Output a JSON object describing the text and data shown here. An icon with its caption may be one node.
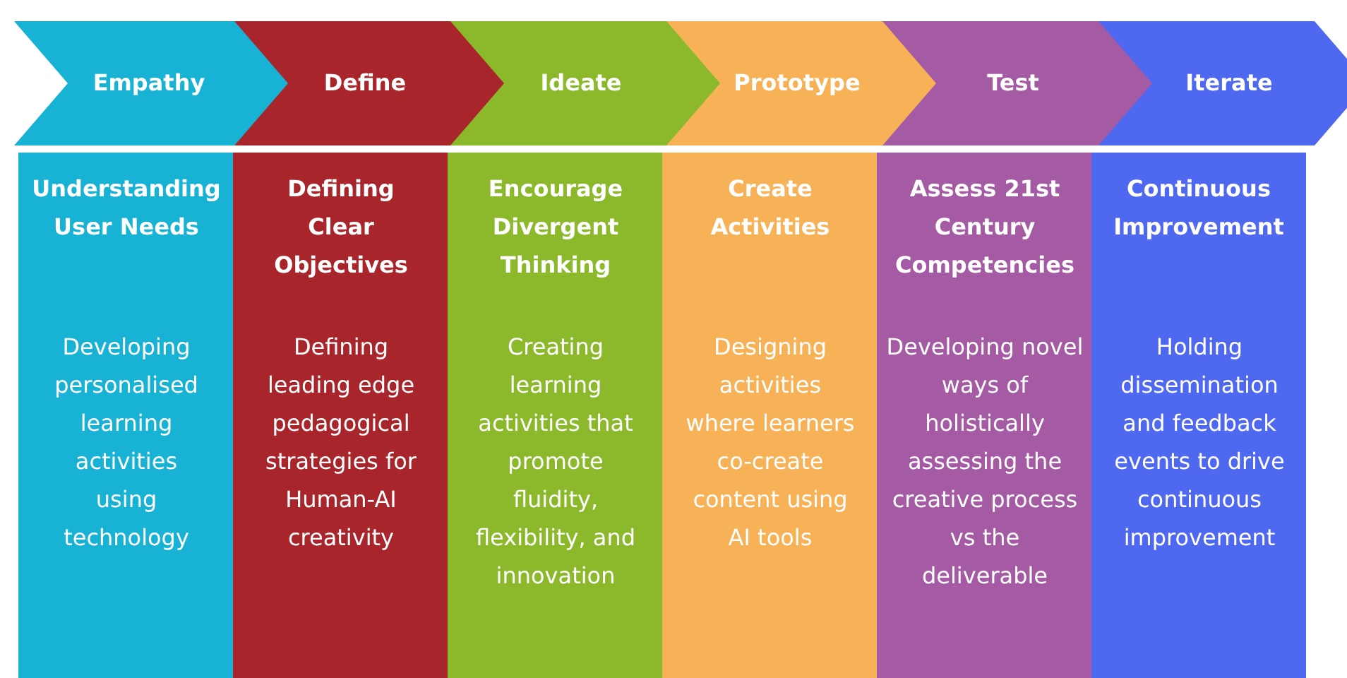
{
  "diagram": {
    "nodes": [
      {
        "text": [
          "Empathy"
        ]
      },
      {
        "text": [
          "Define"
        ]
      },
      {
        "text": [
          "Ideate"
        ]
      },
      {
        "text": [
          "Prototype"
        ]
      },
      {
        "text": [
          "Test"
        ]
      },
      {
        "text": [
          "Iterate"
        ]
      },
      {
        "text": [
          "Understanding User Needs",
          "Developing personalised learning activities using technology"
        ]
      },
      {
        "text": [
          "Defining Clear Objectives",
          "Defining leading edge pedagogical strategies for Human-AI creativity"
        ]
      },
      {
        "text": [
          "Encourage Divergent Thinking",
          "Creating learning activities that promote fluidity, flexibility, and innovation"
        ]
      },
      {
        "text": [
          "Create Activities",
          "Designing activities where learners co-create content using AI tools"
        ]
      },
      {
        "text": [
          "Assess 21st Century Competencies",
          "Developing novel ways of holistically assessing the creative process vs the deliverable"
        ]
      },
      {
        "text": [
          "Continuous Improvement",
          "Holding dissemination and feedback events to drive continuous improvement"
        ]
      }
    ]
  }
}
